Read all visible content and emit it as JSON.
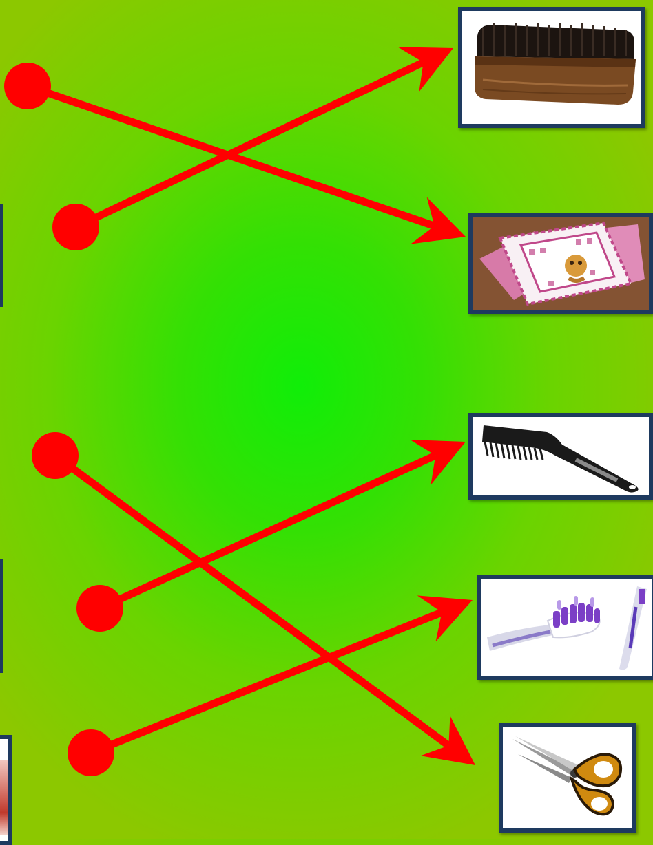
{
  "colors": {
    "line": "#ff0000",
    "card_border": "#1e3a5f",
    "background_center": "#10ee08",
    "background_edge": "#8cc800"
  },
  "targets": [
    {
      "id": "brush",
      "icon": "clothes-brush-icon"
    },
    {
      "id": "handkerchief",
      "icon": "handkerchief-icon"
    },
    {
      "id": "comb",
      "icon": "comb-icon"
    },
    {
      "id": "toothbrush",
      "icon": "toothbrush-icon"
    },
    {
      "id": "scissors",
      "icon": "scissors-icon"
    }
  ],
  "connections": [
    {
      "from": "start-1",
      "to": "handkerchief"
    },
    {
      "from": "start-2",
      "to": "brush"
    },
    {
      "from": "start-3",
      "to": "scissors"
    },
    {
      "from": "start-4",
      "to": "comb"
    },
    {
      "from": "start-5",
      "to": "toothbrush"
    }
  ]
}
